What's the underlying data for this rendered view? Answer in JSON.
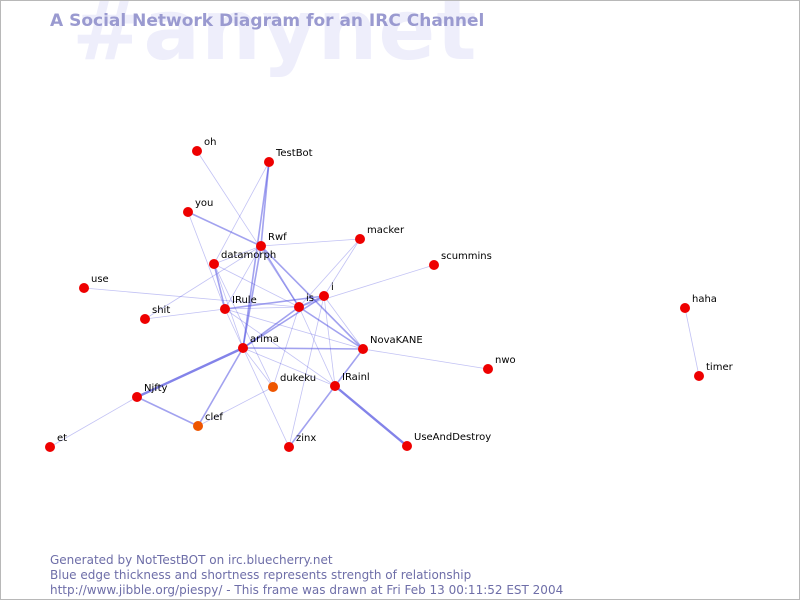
{
  "watermark": "#anynet",
  "title": "A Social Network Diagram for an IRC Channel",
  "footer": {
    "line1": "Generated by NotTestBOT on irc.bluecherry.net",
    "line2": "Blue edge thickness and shortness represents strength of relationship",
    "line3": "http://www.jibble.org/piespy/ - This frame was drawn at Fri Feb 13 00:11:52 EST 2004"
  },
  "colors": {
    "node": "#ee0000",
    "node_recent": "#ee5500",
    "edge": "#5050e0",
    "watermark": "#eeeefb",
    "title": "#9a9ad0",
    "footer": "#6e6ea8"
  },
  "nodes": [
    {
      "id": "oh",
      "label": "oh"
    },
    {
      "id": "TestBot",
      "label": "TestBot"
    },
    {
      "id": "you",
      "label": "you"
    },
    {
      "id": "Rwf",
      "label": "Rwf"
    },
    {
      "id": "macker",
      "label": "macker"
    },
    {
      "id": "datamorph",
      "label": "datamorph"
    },
    {
      "id": "scummins",
      "label": "scummins"
    },
    {
      "id": "use",
      "label": "use"
    },
    {
      "id": "i",
      "label": "i"
    },
    {
      "id": "is",
      "label": "is"
    },
    {
      "id": "IRule",
      "label": "IRule"
    },
    {
      "id": "shit",
      "label": "shit"
    },
    {
      "id": "arima",
      "label": "arima"
    },
    {
      "id": "NovaKANE",
      "label": "NovaKANE"
    },
    {
      "id": "nwo",
      "label": "nwo"
    },
    {
      "id": "dukeku",
      "label": "dukeku",
      "recent": true
    },
    {
      "id": "IRainl",
      "label": "IRainl"
    },
    {
      "id": "Njfty",
      "label": "Njfty"
    },
    {
      "id": "clef",
      "label": "clef",
      "recent": true
    },
    {
      "id": "et",
      "label": "et"
    },
    {
      "id": "zinx",
      "label": "zinx"
    },
    {
      "id": "UseAndDestroy",
      "label": "UseAndDestroy"
    },
    {
      "id": "haha",
      "label": "haha"
    },
    {
      "id": "timer",
      "label": "timer"
    }
  ],
  "edges": [
    {
      "from": "oh",
      "to": "is",
      "weight": 1
    },
    {
      "from": "TestBot",
      "to": "Rwf",
      "weight": 2
    },
    {
      "from": "TestBot",
      "to": "datamorph",
      "weight": 1
    },
    {
      "from": "TestBot",
      "to": "arima",
      "weight": 2
    },
    {
      "from": "you",
      "to": "Rwf",
      "weight": 2
    },
    {
      "from": "you",
      "to": "IRule",
      "weight": 1
    },
    {
      "from": "Rwf",
      "to": "macker",
      "weight": 1
    },
    {
      "from": "Rwf",
      "to": "datamorph",
      "weight": 1
    },
    {
      "from": "Rwf",
      "to": "is",
      "weight": 2
    },
    {
      "from": "Rwf",
      "to": "IRule",
      "weight": 1
    },
    {
      "from": "Rwf",
      "to": "arima",
      "weight": 2
    },
    {
      "from": "Rwf",
      "to": "NovaKANE",
      "weight": 2
    },
    {
      "from": "Rwf",
      "to": "shit",
      "weight": 1
    },
    {
      "from": "macker",
      "to": "is",
      "weight": 1
    },
    {
      "from": "macker",
      "to": "i",
      "weight": 1
    },
    {
      "from": "datamorph",
      "to": "IRule",
      "weight": 2
    },
    {
      "from": "datamorph",
      "to": "is",
      "weight": 1
    },
    {
      "from": "datamorph",
      "to": "arima",
      "weight": 1
    },
    {
      "from": "datamorph",
      "to": "dukeku",
      "weight": 1
    },
    {
      "from": "scummins",
      "to": "is",
      "weight": 1
    },
    {
      "from": "use",
      "to": "is",
      "weight": 1
    },
    {
      "from": "i",
      "to": "is",
      "weight": 2
    },
    {
      "from": "i",
      "to": "IRule",
      "weight": 2
    },
    {
      "from": "i",
      "to": "arima",
      "weight": 2
    },
    {
      "from": "i",
      "to": "IRainl",
      "weight": 1
    },
    {
      "from": "i",
      "to": "NovaKANE",
      "weight": 1
    },
    {
      "from": "i",
      "to": "zinx",
      "weight": 1
    },
    {
      "from": "is",
      "to": "IRule",
      "weight": 1
    },
    {
      "from": "is",
      "to": "arima",
      "weight": 2
    },
    {
      "from": "is",
      "to": "NovaKANE",
      "weight": 2
    },
    {
      "from": "is",
      "to": "IRainl",
      "weight": 1
    },
    {
      "from": "is",
      "to": "dukeku",
      "weight": 1
    },
    {
      "from": "shit",
      "to": "IRule",
      "weight": 1
    },
    {
      "from": "IRule",
      "to": "arima",
      "weight": 1
    },
    {
      "from": "IRule",
      "to": "NovaKANE",
      "weight": 1
    },
    {
      "from": "IRule",
      "to": "IRainl",
      "weight": 1
    },
    {
      "from": "arima",
      "to": "NovaKANE",
      "weight": 2
    },
    {
      "from": "arima",
      "to": "Njfty",
      "weight": 3
    },
    {
      "from": "arima",
      "to": "clef",
      "weight": 2
    },
    {
      "from": "arima",
      "to": "dukeku",
      "weight": 1
    },
    {
      "from": "arima",
      "to": "IRainl",
      "weight": 1
    },
    {
      "from": "arima",
      "to": "zinx",
      "weight": 1
    },
    {
      "from": "NovaKANE",
      "to": "nwo",
      "weight": 1
    },
    {
      "from": "NovaKANE",
      "to": "IRainl",
      "weight": 2
    },
    {
      "from": "dukeku",
      "to": "clef",
      "weight": 1
    },
    {
      "from": "IRainl",
      "to": "zinx",
      "weight": 2
    },
    {
      "from": "IRainl",
      "to": "UseAndDestroy",
      "weight": 3
    },
    {
      "from": "Njfty",
      "to": "clef",
      "weight": 2
    },
    {
      "from": "Njfty",
      "to": "et",
      "weight": 1
    },
    {
      "from": "haha",
      "to": "timer",
      "weight": 1
    }
  ]
}
